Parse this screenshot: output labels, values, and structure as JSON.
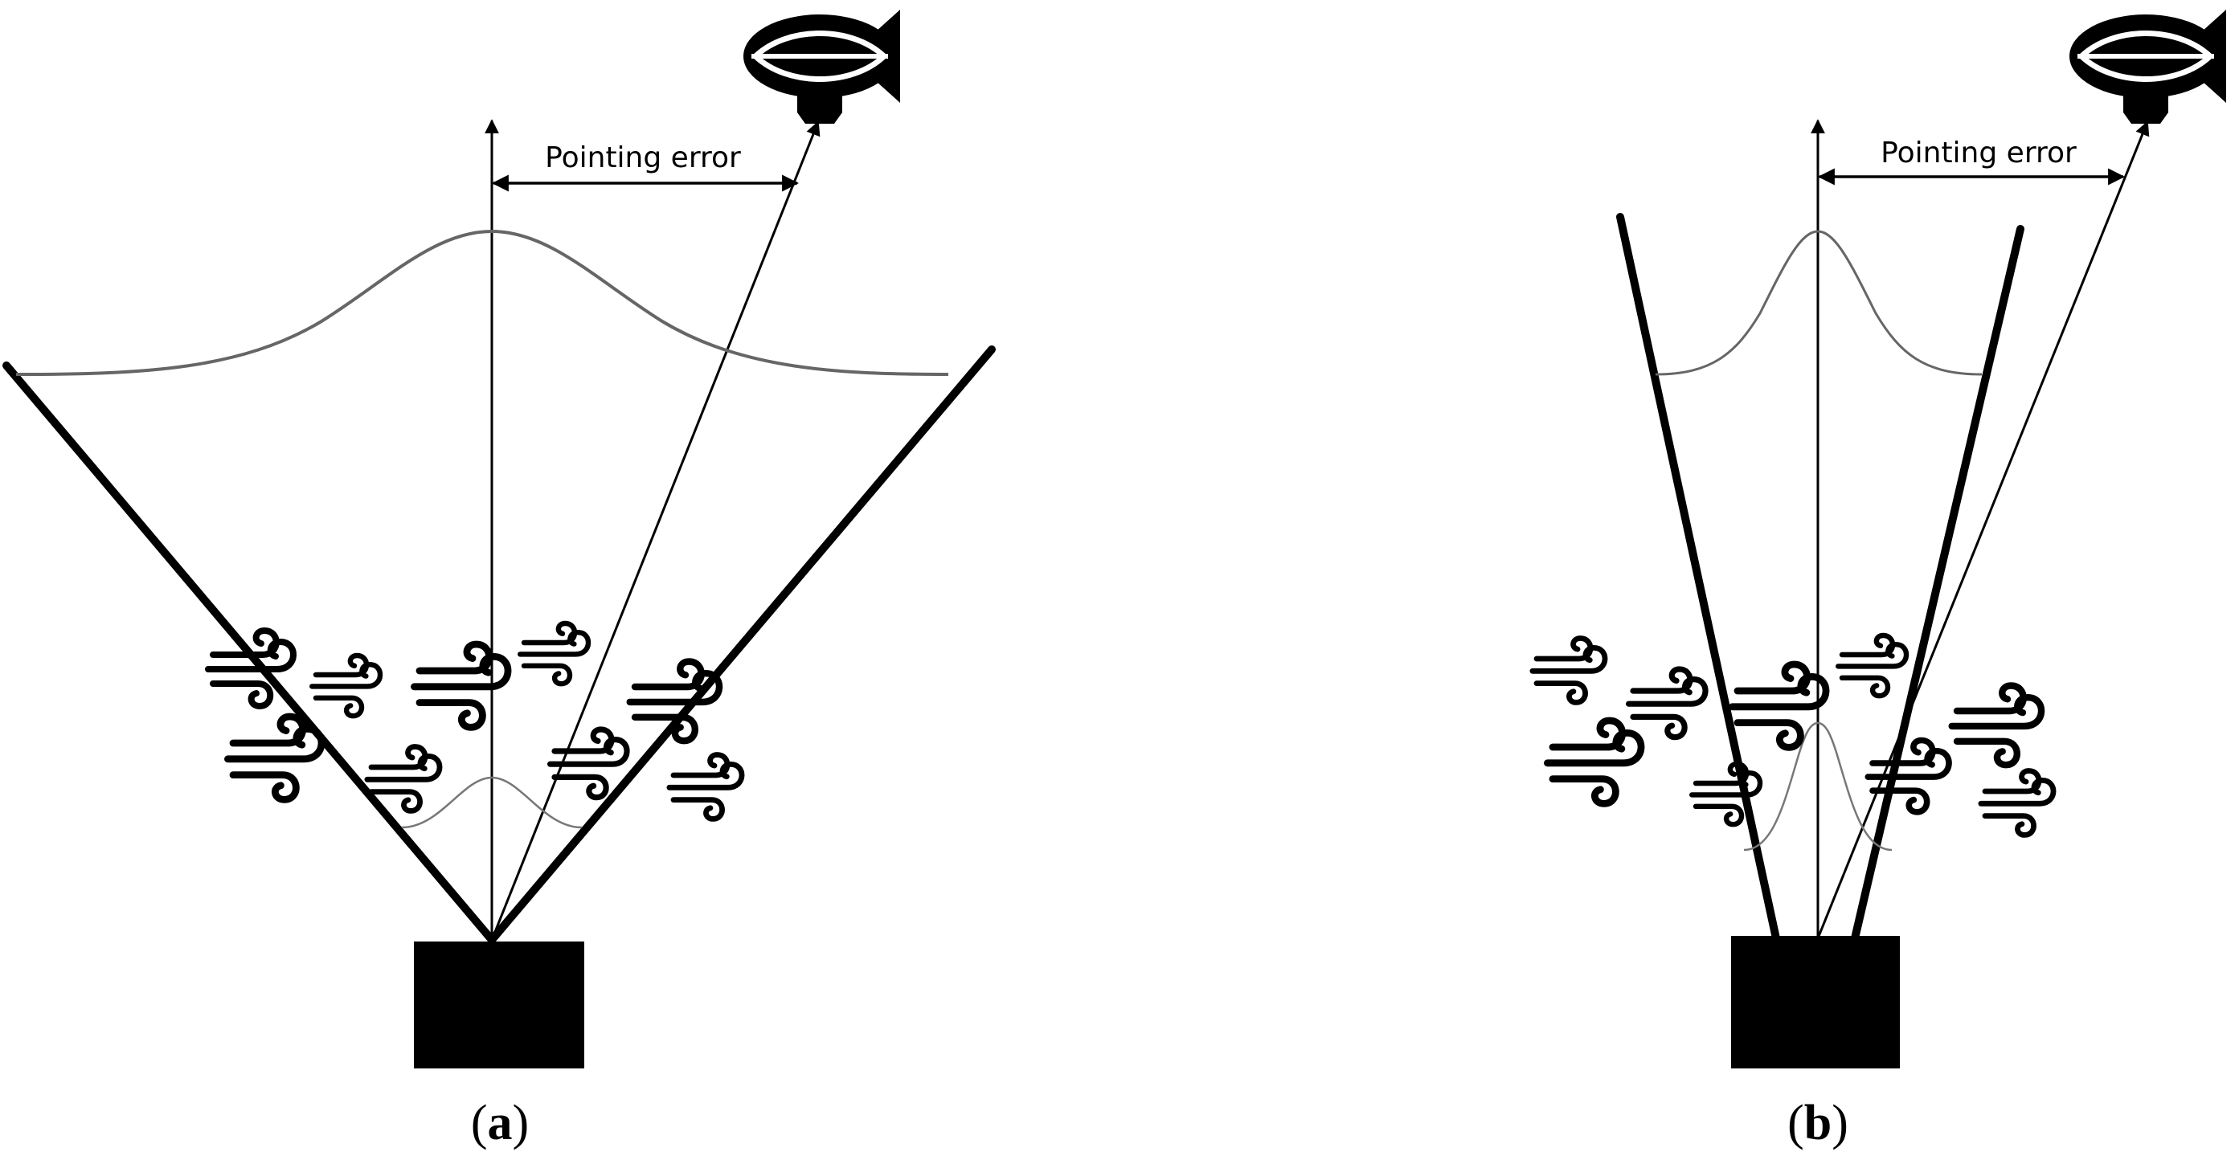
{
  "panels": [
    {
      "id": "a",
      "label_open": "(",
      "label_letter": "a",
      "label_close": ")",
      "pointing_error_label": "Pointing error",
      "beam": "wide"
    },
    {
      "id": "b",
      "label_open": "(",
      "label_letter": "b",
      "label_close": ")",
      "pointing_error_label": "Pointing error",
      "beam": "narrow"
    }
  ],
  "icons": {
    "aircraft": "airship-icon",
    "ground_station": "ground-terminal-block",
    "turbulence": "wind-gust-icon"
  },
  "colors": {
    "ink": "#000000",
    "profile_curve": "#666666",
    "background": "#ffffff"
  }
}
